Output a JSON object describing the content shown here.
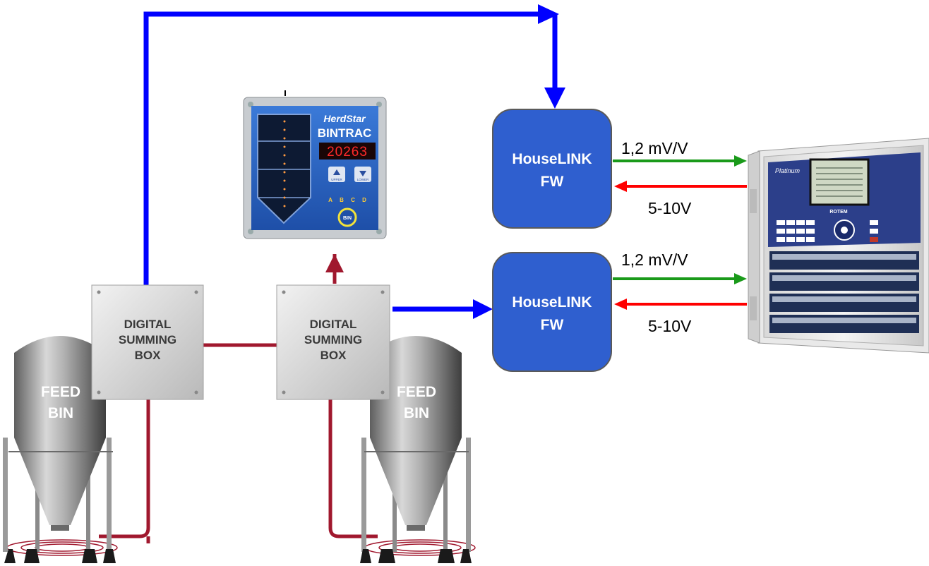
{
  "colors": {
    "data_line_blue": "#0000ff",
    "cable_red": "#a0182e",
    "signal_green": "#1a9a1a",
    "signal_red": "#ff0000",
    "houselink_fill": "#2f5fcf",
    "houselink_border": "#1d3a8a"
  },
  "summing_boxes": [
    {
      "line1": "DIGITAL",
      "line2": "SUMMING",
      "line3": "BOX"
    },
    {
      "line1": "DIGITAL",
      "line2": "SUMMING",
      "line3": "BOX"
    }
  ],
  "feed_bins": [
    {
      "line1": "FEED",
      "line2": "BIN"
    },
    {
      "line1": "FEED",
      "line2": "BIN"
    }
  ],
  "houselink": [
    {
      "line1": "HouseLINK",
      "line2": "FW",
      "out_signal": "1,2 mV/V",
      "in_signal": "5-10V"
    },
    {
      "line1": "HouseLINK",
      "line2": "FW",
      "out_signal": "1,2 mV/V",
      "in_signal": "5-10V"
    }
  ],
  "bintrac": {
    "brand": "HerdStar",
    "product": "BINTRAC",
    "readout": "20263",
    "upper_label": "UPPER",
    "lower_label": "LOWER",
    "bin_letters": [
      "A",
      "B",
      "C",
      "D"
    ],
    "bin_button": "BIN"
  },
  "controller": {
    "brand": "Platinum",
    "model_strip": "ROTEM"
  },
  "icons": [
    "feed-bin-icon",
    "summing-box-icon",
    "bintrac-display-icon",
    "controller-icon",
    "arrow-right-icon",
    "arrow-down-icon",
    "arrow-up-icon"
  ]
}
